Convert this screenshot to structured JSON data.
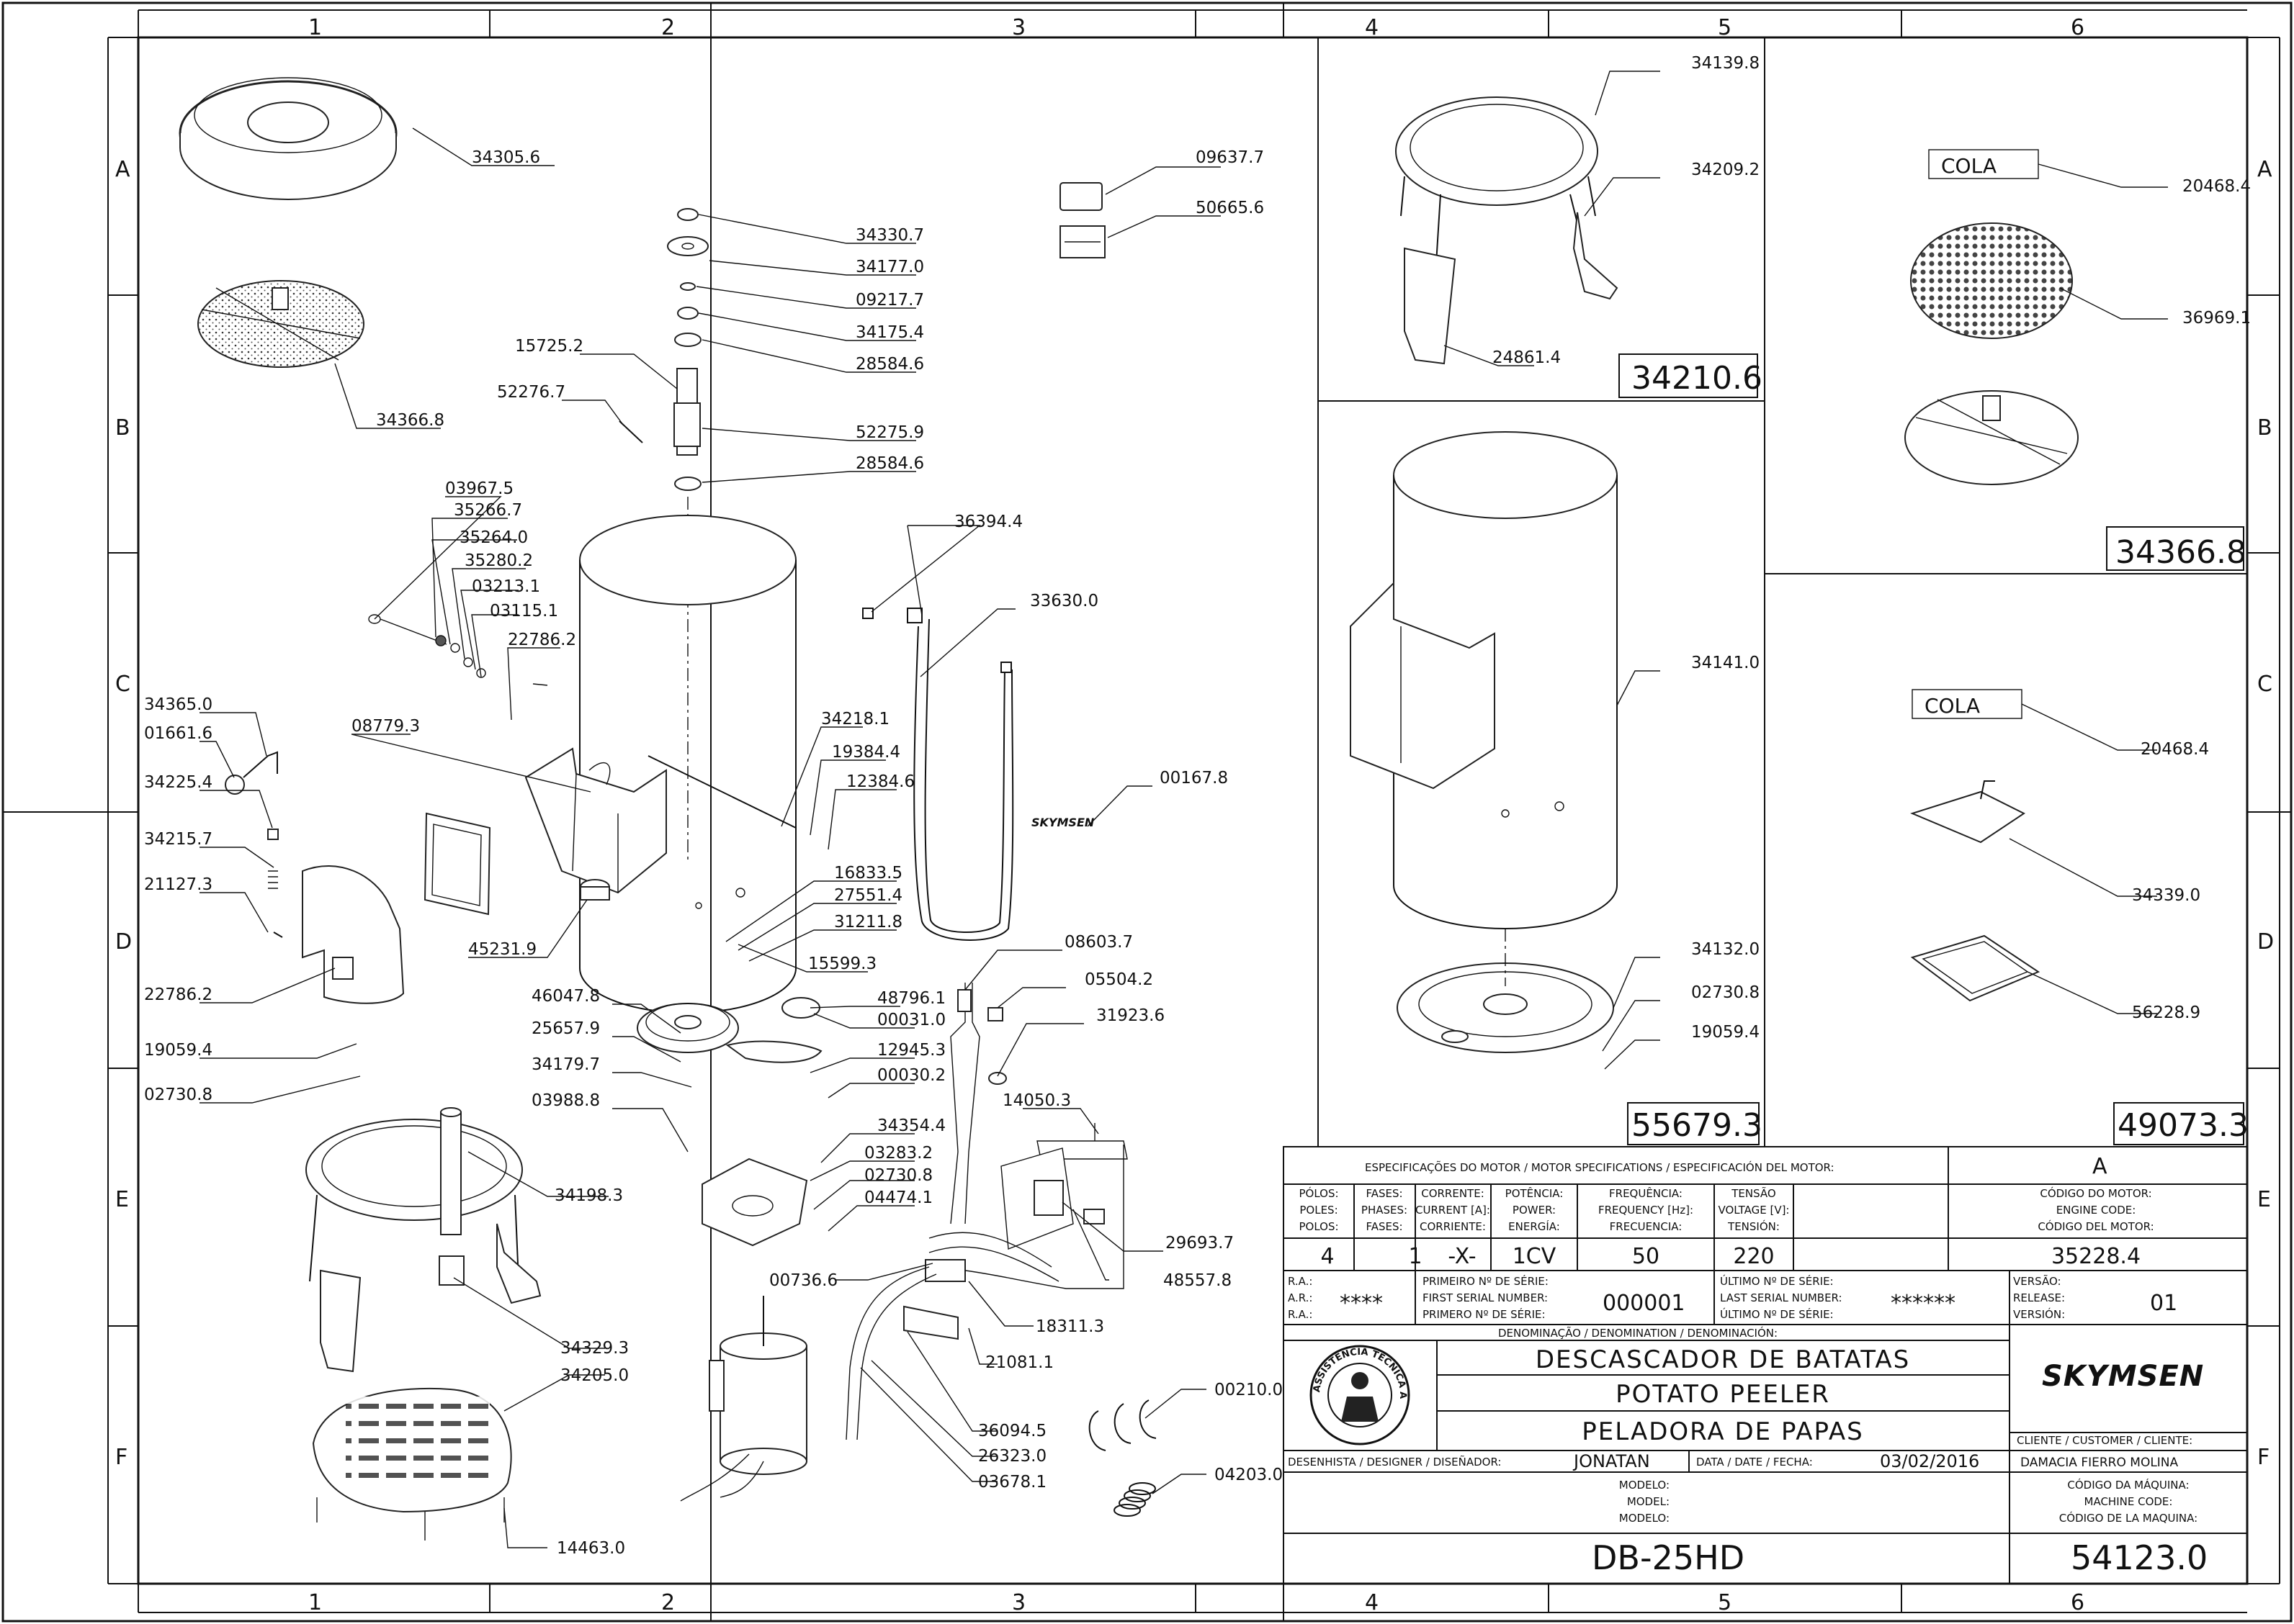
{
  "grid": {
    "columns": [
      "1",
      "2",
      "3",
      "4",
      "5",
      "6"
    ],
    "rows": [
      "A",
      "B",
      "C",
      "D",
      "E",
      "F"
    ]
  },
  "callouts": {
    "p34305_6": "34305.6",
    "p34366_8a": "34366.8",
    "p09637_7": "09637.7",
    "p50665_6": "50665.6",
    "p34330_7": "34330.7",
    "p34177_0": "34177.0",
    "p09217_7": "09217.7",
    "p34175_4": "34175.4",
    "p28584_6a": "28584.6",
    "p15725_2": "15725.2",
    "p52276_7": "52276.7",
    "p52275_9": "52275.9",
    "p28584_6b": "28584.6",
    "p03967_5": "03967.5",
    "p35266_7": "35266.7",
    "p35264_0": "35264.0",
    "p35280_2": "35280.2",
    "p03213_1": "03213.1",
    "p03115_1": "03115.1",
    "p22786_2a": "22786.2",
    "p36394_4": "36394.4",
    "p33630_0": "33630.0",
    "p34365_0": "34365.0",
    "p01661_6": "01661.6",
    "p08779_3": "08779.3",
    "p34218_1": "34218.1",
    "p19384_4": "19384.4",
    "p12384_6": "12384.6",
    "p00167_8": "00167.8",
    "p34225_4": "34225.4",
    "p34215_7": "34215.7",
    "p21127_3": "21127.3",
    "p16833_5": "16833.5",
    "p27551_4": "27551.4",
    "p31211_8": "31211.8",
    "p45231_9": "45231.9",
    "p15599_3": "15599.3",
    "p22786_2b": "22786.2",
    "p08603_7": "08603.7",
    "p05504_2": "05504.2",
    "p46047_8": "46047.8",
    "p48796_1": "48796.1",
    "p00031_0": "00031.0",
    "p31923_6": "31923.6",
    "p25657_9": "25657.9",
    "p12945_3": "12945.3",
    "p19059_4a": "19059.4",
    "p34179_7": "34179.7",
    "p00030_2": "00030.2",
    "p02730_8a": "02730.8",
    "p03988_8": "03988.8",
    "p34354_4": "34354.4",
    "p14050_3": "14050.3",
    "p03283_2": "03283.2",
    "p02730_8b": "02730.8",
    "p34198_3": "34198.3",
    "p04474_1": "04474.1",
    "p29693_7": "29693.7",
    "p00736_6": "00736.6",
    "p48557_8": "48557.8",
    "p18311_3": "18311.3",
    "p34329_3": "34329.3",
    "p34205_0": "34205.0",
    "p21081_1": "21081.1",
    "p00210_0": "00210.0",
    "p36094_5": "36094.5",
    "p26323_0": "26323.0",
    "p03678_1": "03678.1",
    "p04203_0": "04203.0",
    "p14463_0": "14463.0",
    "p34139_8": "34139.8",
    "p34209_2": "34209.2",
    "p24861_4": "24861.4",
    "p34141_0": "34141.0",
    "p34132_0": "34132.0",
    "p02730_8c": "02730.8",
    "p19059_4b": "19059.4",
    "p20468_4a": "20468.4",
    "p36969_1": "36969.1",
    "p20468_4b": "20468.4",
    "p34339_0": "34339.0",
    "p56228_9": "56228.9"
  },
  "assemblies": {
    "a34210_6": "34210.6",
    "a55679_3": "55679.3",
    "a34366_8": "34366.8",
    "a49073_3": "49073.3"
  },
  "cola_label": "COLA",
  "brand": "SKYMSEN",
  "title_block": {
    "motor_spec_header": "ESPECIFICAÇÕES DO MOTOR / MOTOR SPECIFICATIONS / ESPECIFICACIÓN DEL MOTOR:",
    "revision_letter": "A",
    "poles_l1": "PÓLOS:",
    "poles_l2": "POLES:",
    "poles_l3": "POLOS:",
    "phases_l1": "FASES:",
    "phases_l2": "PHASES:",
    "phases_l3": "FASES:",
    "current_l1": "CORRENTE:",
    "current_l2": "CURRENT [A]:",
    "current_l3": "CORRIENTE:",
    "power_l1": "POTÊNCIA:",
    "power_l2": "POWER:",
    "power_l3": "ENERGÍA:",
    "freq_l1": "FREQUÊNCIA:",
    "freq_l2": "FREQUENCY [Hz]:",
    "freq_l3": "FRECUENCIA:",
    "volt_l1": "TENSÃO",
    "volt_l2": "VOLTAGE [V]:",
    "volt_l3": "TENSIÓN:",
    "code_l1": "CÓDIGO DO MOTOR:",
    "code_l2": "ENGINE CODE:",
    "code_l3": "CÓDIGO DEL MOTOR:",
    "poles": "4",
    "phases": "1",
    "current": "-X-",
    "power": "1CV",
    "frequency": "50",
    "voltage": "220",
    "motor_code": "35228.4",
    "ra_l1": "R.A.:",
    "ra_l2": "A.R.:",
    "ra_l3": "R.A.:",
    "ra_value": "****",
    "first_serial_l1": "PRIMEIRO Nº DE SÉRIE:",
    "first_serial_l2": "FIRST SERIAL NUMBER:",
    "first_serial_l3": "PRIMERO Nº DE SÉRIE:",
    "first_serial": "000001",
    "last_serial_l1": "ÚLTIMO Nº DE SÉRIE:",
    "last_serial_l2": "LAST SERIAL NUMBER:",
    "last_serial_l3": "ÚLTIMO Nº DE SÉRIE:",
    "last_serial": "******",
    "version_l1": "VERSÃO:",
    "version_l2": "RELEASE:",
    "version_l3": "VERSIÓN:",
    "version": "01",
    "denomination_label": "DENOMINAÇÃO / DENOMINATION / DENOMINACIÓN:",
    "name_pt": "DESCASCADOR DE BATATAS",
    "name_en": "POTATO PEELER",
    "name_es": "PELADORA DE PAPAS",
    "seal_text": "ASSISTÊNCIA TÉCNICA AUTORIZADA",
    "designer_label": "DESENHISTA / DESIGNER / DISEÑADOR:",
    "designer": "JONATAN",
    "date_label": "DATA / DATE / FECHA:",
    "date": "03/02/2016",
    "client_label": "CLIENTE / CUSTOMER / CLIENTE:",
    "client": "DAMACIA FIERRO MOLINA",
    "model_l1": "MODELO:",
    "model_l2": "MODEL:",
    "model_l3": "MODELO:",
    "machine_code_l1": "CÓDIGO DA MÁQUINA:",
    "machine_code_l2": "MACHINE CODE:",
    "machine_code_l3": "CÓDIGO DE LA MAQUINA:",
    "model": "DB-25HD",
    "machine_code": "54123.0"
  }
}
